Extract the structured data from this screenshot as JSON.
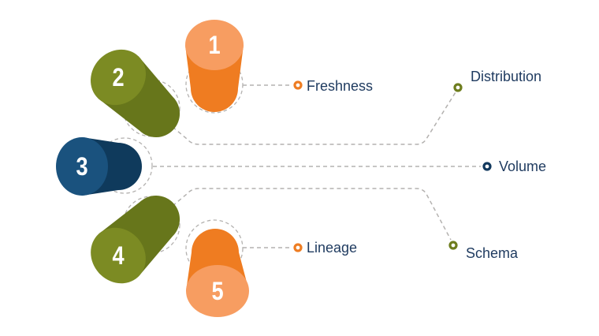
{
  "diagram": {
    "background_color": "#ffffff",
    "number_color": "#ffffff",
    "label_color": "#1e3a5f",
    "connector_color": "#b4b2b0",
    "items": [
      {
        "number": "1",
        "label": "Freshness",
        "face_color": "#f79d61",
        "body_color": "#ef7c21",
        "bullet_color": "#ee7d23"
      },
      {
        "number": "2",
        "label": "Distribution",
        "face_color": "#7c8b23",
        "body_color": "#67761b",
        "bullet_color": "#6e7d1e"
      },
      {
        "number": "3",
        "label": "Volume",
        "face_color": "#1a527e",
        "body_color": "#0f3a5c",
        "bullet_color": "#12395e"
      },
      {
        "number": "4",
        "label": "Schema",
        "face_color": "#7c8b23",
        "body_color": "#67761b",
        "bullet_color": "#6e7d1e"
      },
      {
        "number": "5",
        "label": "Lineage",
        "face_color": "#f79d61",
        "body_color": "#ef7c21",
        "bullet_color": "#ee7d23"
      }
    ]
  }
}
